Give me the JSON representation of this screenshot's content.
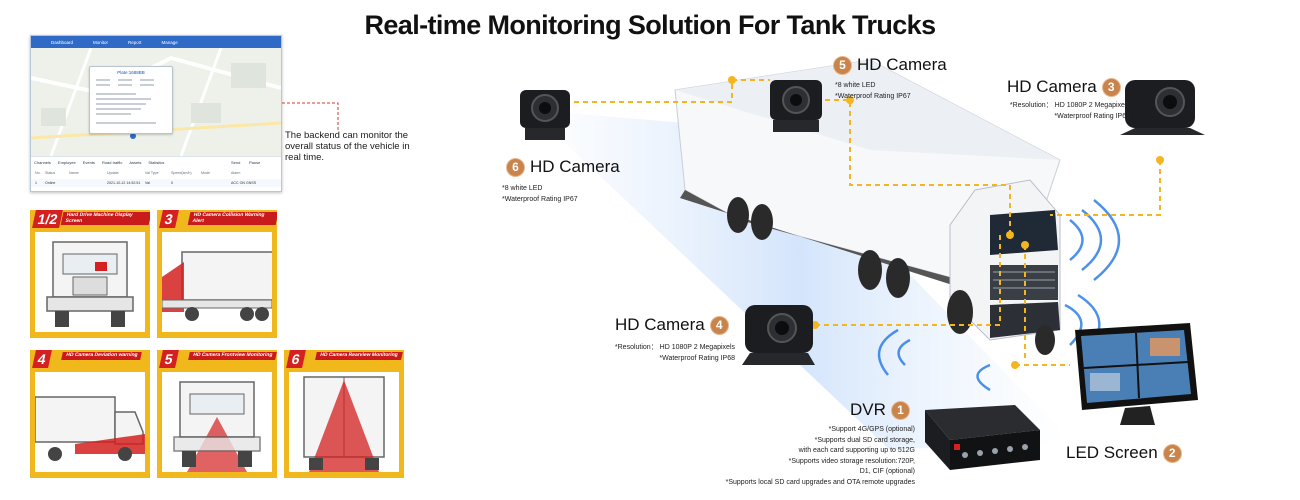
{
  "title": "Real-time Monitoring Solution For Tank Trucks",
  "dashboard": {
    "nav_tabs": [
      "Dashboard",
      "Monitor",
      "Report",
      "Manage"
    ],
    "popup_title": "Plate:1688BB",
    "table_tabs": [
      "Channels",
      "Employee",
      "Events",
      "Road traffic",
      "Assets",
      "Statistics"
    ],
    "table_actions": [
      "Send",
      "Pause"
    ],
    "table_columns": [
      "No.",
      "Status",
      "Name",
      "Update",
      "Val Type",
      "Speed(km/h)",
      "Mode",
      "Alarm"
    ],
    "table_row": [
      "1",
      "Online",
      "",
      "2021-10-12 14:52:51",
      "Val",
      "0",
      "",
      "ACC ON GNSS"
    ]
  },
  "backend_note": "The backend can monitor the overall status of the vehicle in real time.",
  "tiles": [
    {
      "num": "1/2",
      "label": "Hard Drive Machine Display Screen"
    },
    {
      "num": "3",
      "label": "HD Camera Collision Warning Alert"
    },
    {
      "num": "4",
      "label": "HD Camera Deviation warning"
    },
    {
      "num": "5",
      "label": "HD Camera Frontview Monitoring"
    },
    {
      "num": "6",
      "label": "HD Camera Rearview Monitoring"
    }
  ],
  "components": {
    "cam5": {
      "name": "HD Camera",
      "num": "5",
      "specs": [
        "*8 white LED",
        "*Waterproof Rating IP67"
      ]
    },
    "cam3": {
      "name": "HD Camera",
      "num": "3",
      "specs": [
        "*Resolution： HD 1080P 2 Megapixels",
        "*Waterproof Rating IP68"
      ]
    },
    "cam6": {
      "name": "HD Camera",
      "num": "6",
      "specs": [
        "*8 white LED",
        "*Waterproof Rating IP67"
      ]
    },
    "cam4": {
      "name": "HD Camera",
      "num": "4",
      "specs": [
        "*Resolution： HD 1080P 2 Megapixels",
        "*Waterproof Rating IP68"
      ]
    },
    "dvr": {
      "name": "DVR",
      "num": "1",
      "specs": [
        "*Support 4G/GPS (optional)",
        "*Supports dual SD card storage,",
        "with each card supporting up to 512G",
        "*Supports video storage resolution:720P,",
        "D1, CIF (optional)",
        "*Supports local SD card upgrades and OTA remote upgrades"
      ]
    },
    "led": {
      "name": "LED Screen",
      "num": "2"
    }
  },
  "colors": {
    "accent_dashed": "#f3b620",
    "badge": "#c8844a",
    "tile_bg": "#f1b81e",
    "tile_red": "#d42020",
    "signal_blue": "#2e7ee6"
  }
}
